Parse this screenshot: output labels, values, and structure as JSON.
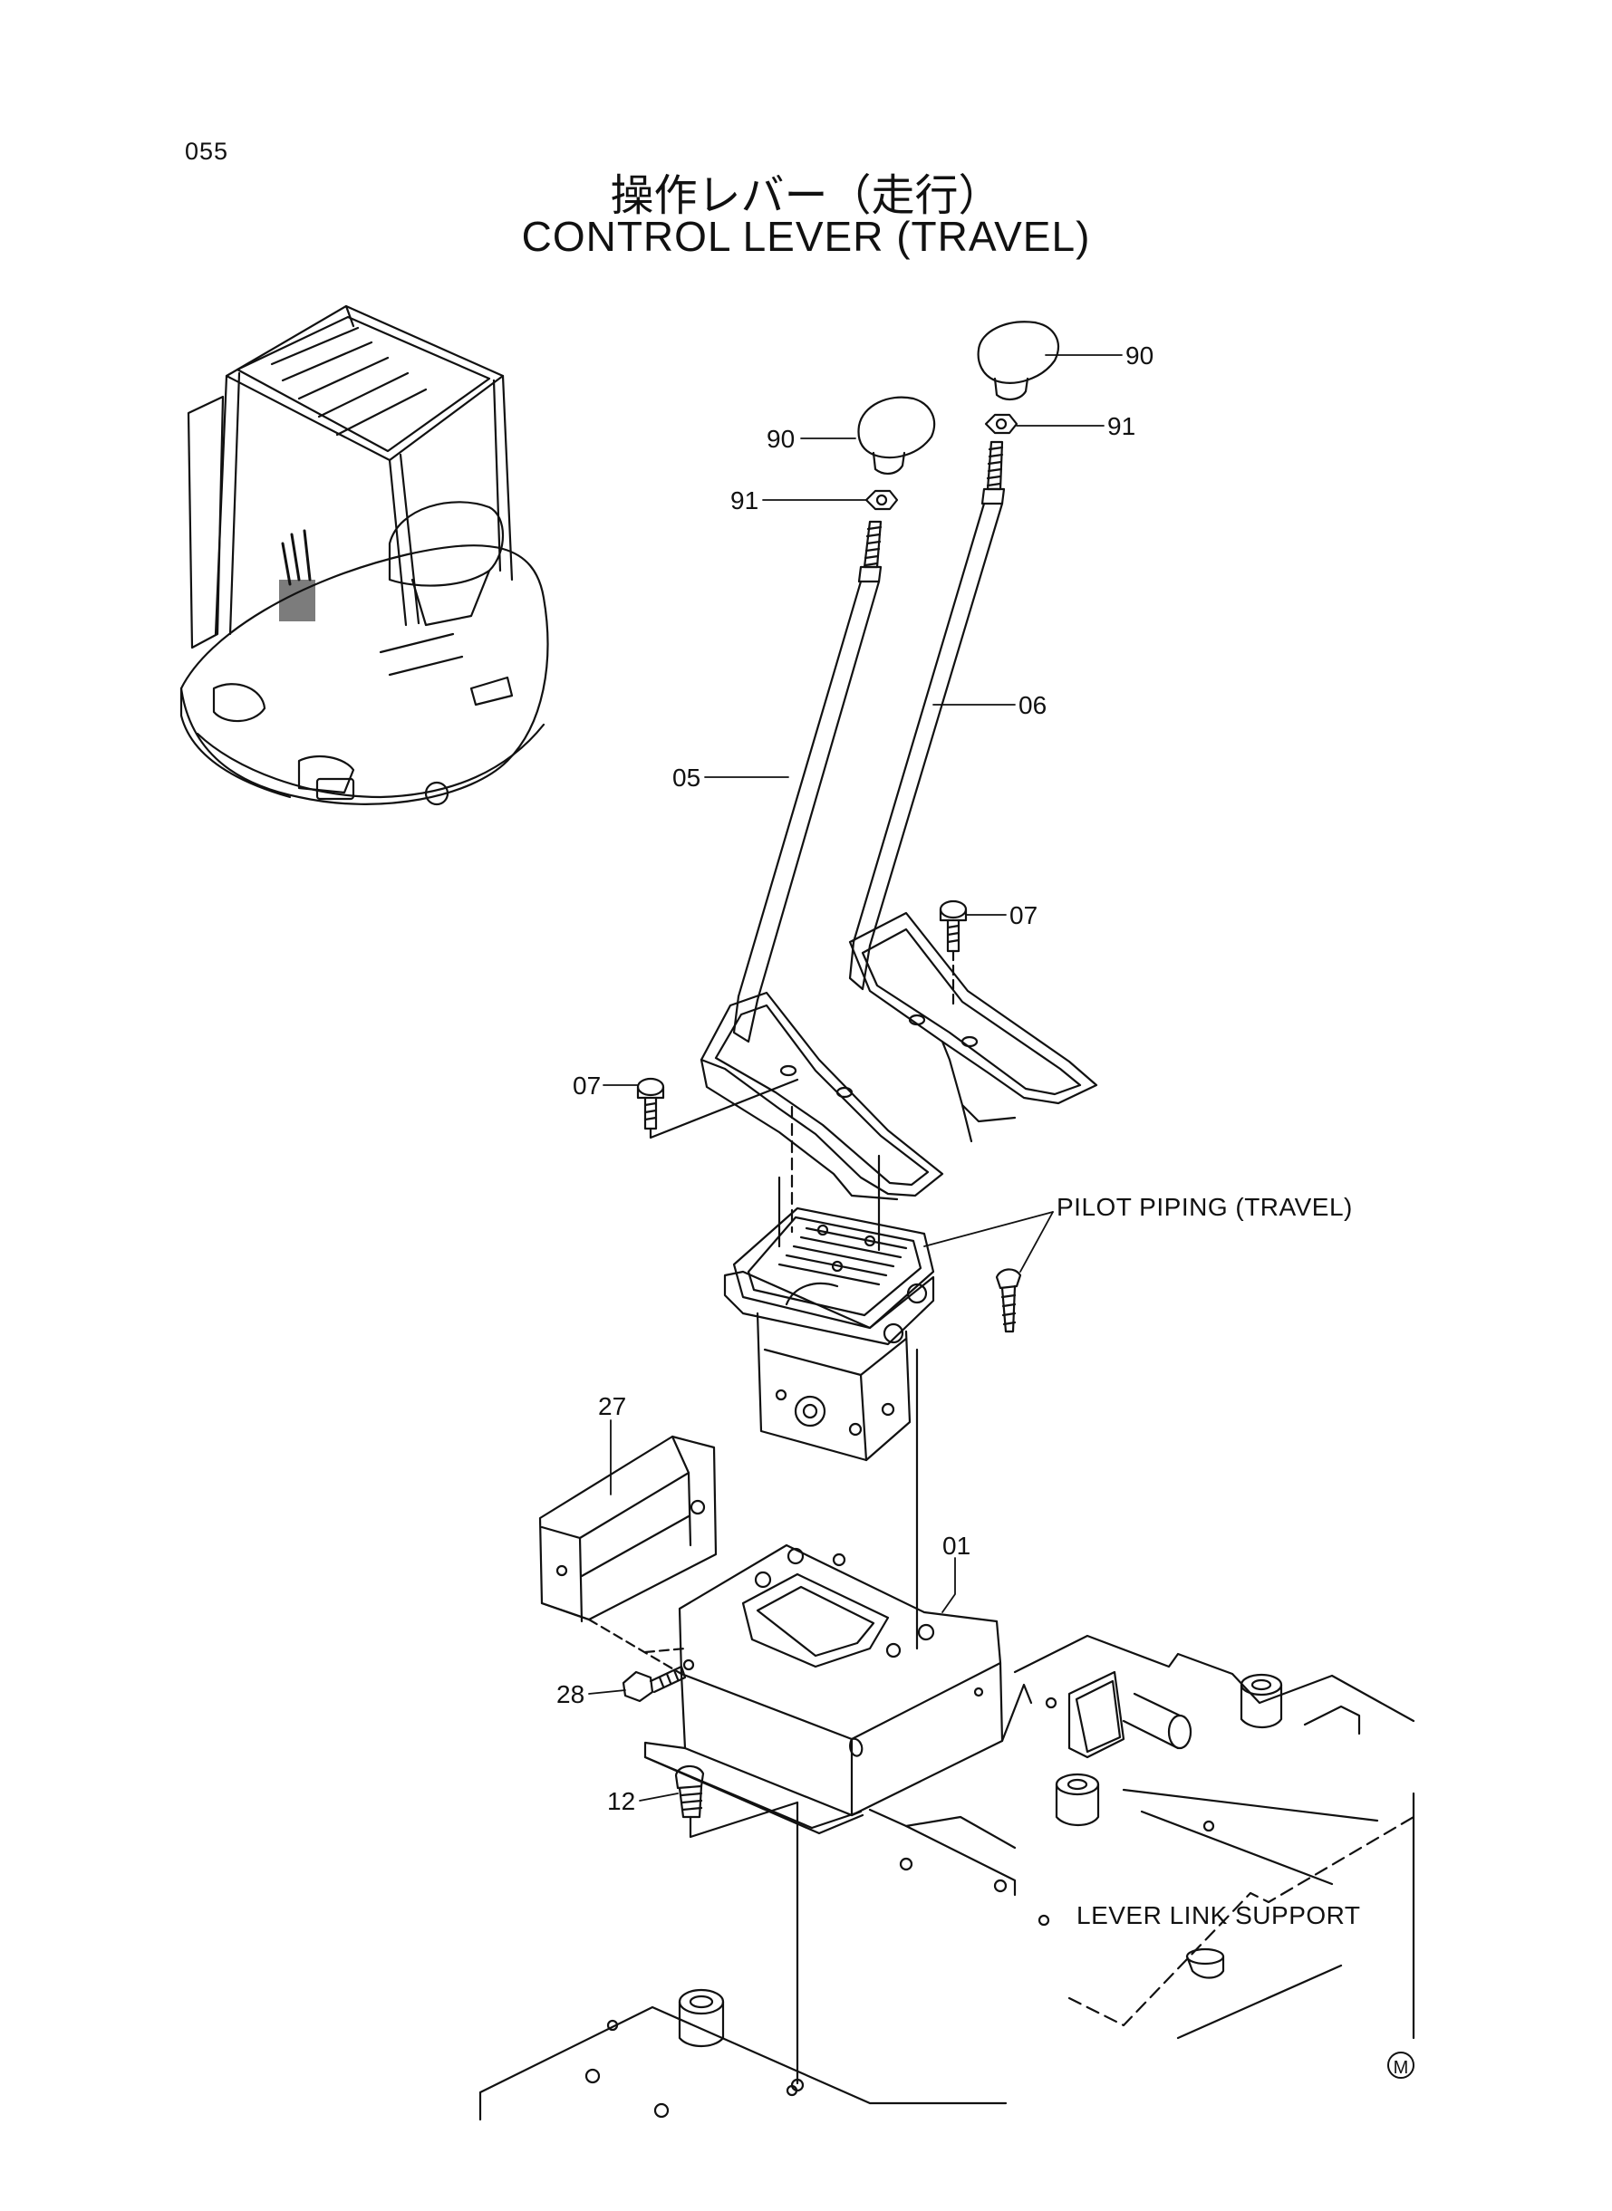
{
  "page": {
    "number": "055",
    "title_jp": "操作レバー（走行）",
    "title_en": "CONTROL LEVER (TRAVEL)"
  },
  "callouts": {
    "c90a": "90",
    "c91a": "91",
    "c90b": "90",
    "c91b": "91",
    "c06": "06",
    "c05": "05",
    "c07a": "07",
    "c07b": "07",
    "c27": "27",
    "c01": "01",
    "c28": "28",
    "c12": "12"
  },
  "notes": {
    "pilot_piping": "PILOT PIPING (TRAVEL)",
    "lever_link_support": "LEVER LINK SUPPORT",
    "mark": "M"
  }
}
